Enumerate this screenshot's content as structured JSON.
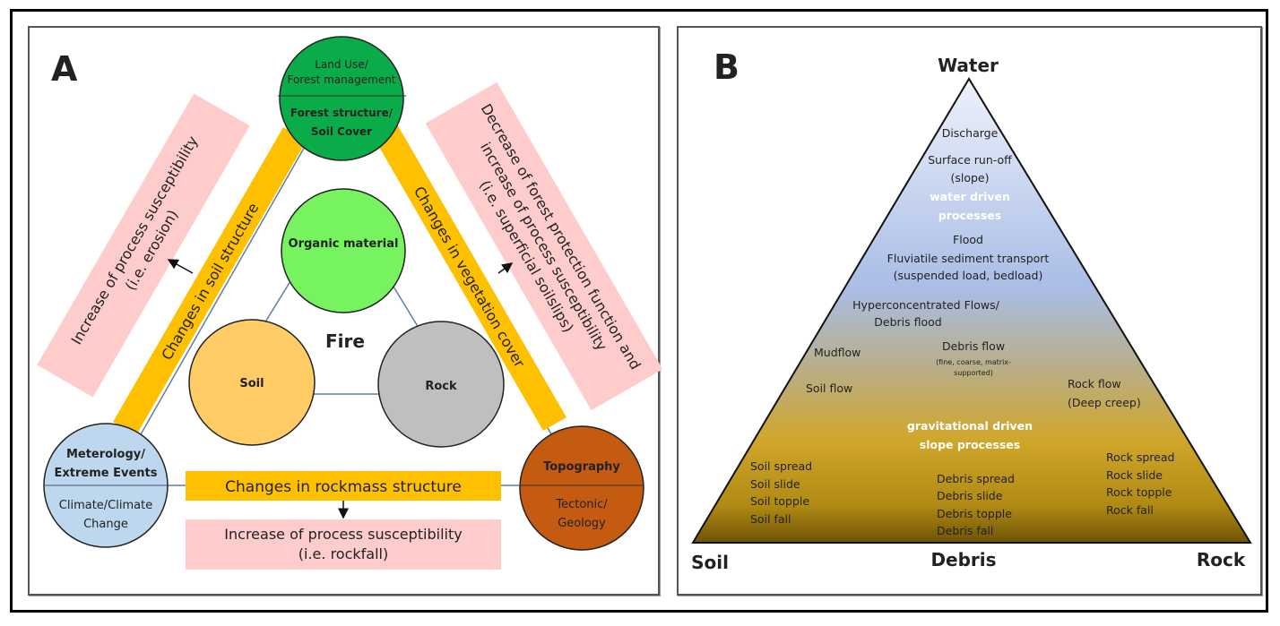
{
  "panel_a": {
    "label": "A",
    "center_label": "Fire",
    "circles": {
      "top": {
        "upper": [
          "Land Use/",
          "Forest management"
        ],
        "lower": [
          "Forest structure/",
          "Soil Cover"
        ],
        "color": "#0aac4a"
      },
      "left": {
        "upper": [
          "Meterology/",
          "Extreme Events"
        ],
        "lower": [
          "Climate/Climate",
          "Change"
        ],
        "color": "#bdd7ee"
      },
      "right": {
        "upper": [
          "Topography"
        ],
        "lower": [
          "Tectonic/",
          "Geology"
        ],
        "color": "#c55a11"
      },
      "organic": {
        "label": "Organic material",
        "color": "#77f35f"
      },
      "soil": {
        "label": "Soil",
        "color": "#ffcc66"
      },
      "rock": {
        "label": "Rock",
        "color": "#bfbfbf"
      }
    },
    "bars": {
      "left": "Changes in soil structure",
      "right": "Changes in vegetation cover",
      "bottom": "Changes in rockmass structure",
      "color": "#ffc000"
    },
    "effects": {
      "left": [
        "Increase of process susceptibility",
        "(i.e. erosion)"
      ],
      "right": [
        "Decrease of forest protection function and",
        "increase of process susceptibility",
        "(i.e. superficial soilslips)"
      ],
      "bottom": [
        "Increase of process susceptibility",
        "(i.e. rockfall)"
      ],
      "color": "#ffcccc"
    }
  },
  "panel_b": {
    "label": "B",
    "vertices": {
      "top": "Water",
      "left": "Soil",
      "center": "Debris",
      "right": "Rock"
    },
    "water_processes": {
      "discharge": "Discharge",
      "runoff": [
        "Surface run-off",
        "(slope)"
      ],
      "heading": [
        "water driven",
        "processes"
      ],
      "flood": "Flood",
      "fluviatile": [
        "Fluviatile sediment transport",
        "(suspended  load, bedload)"
      ],
      "hyper": [
        "Hyperconcentrated Flows/",
        "Debris flood"
      ]
    },
    "transition": {
      "mudflow": "Mudflow",
      "debris_flow": "Debris flow",
      "debris_flow_note": [
        "(fine,  coarse, matrix-",
        "supported)"
      ],
      "soil_flow": "Soil flow",
      "rock_flow": [
        "Rock flow",
        "(Deep creep)"
      ]
    },
    "gravity_processes": {
      "heading": [
        "gravitational driven",
        "slope processes"
      ],
      "soil": [
        "Soil spread",
        "Soil slide",
        "Soil topple",
        "Soil fall"
      ],
      "debris": [
        "Debris spread",
        "Debris slide",
        "Debris topple",
        "Debris fall"
      ],
      "rock": [
        "Rock spread",
        "Rock slide",
        "Rock topple",
        "Rock fall"
      ]
    },
    "gradient": {
      "top": "#eef1fb",
      "mid": "#a9bde6",
      "low": "#c9a53a",
      "bottom": "#7a5c08"
    }
  }
}
